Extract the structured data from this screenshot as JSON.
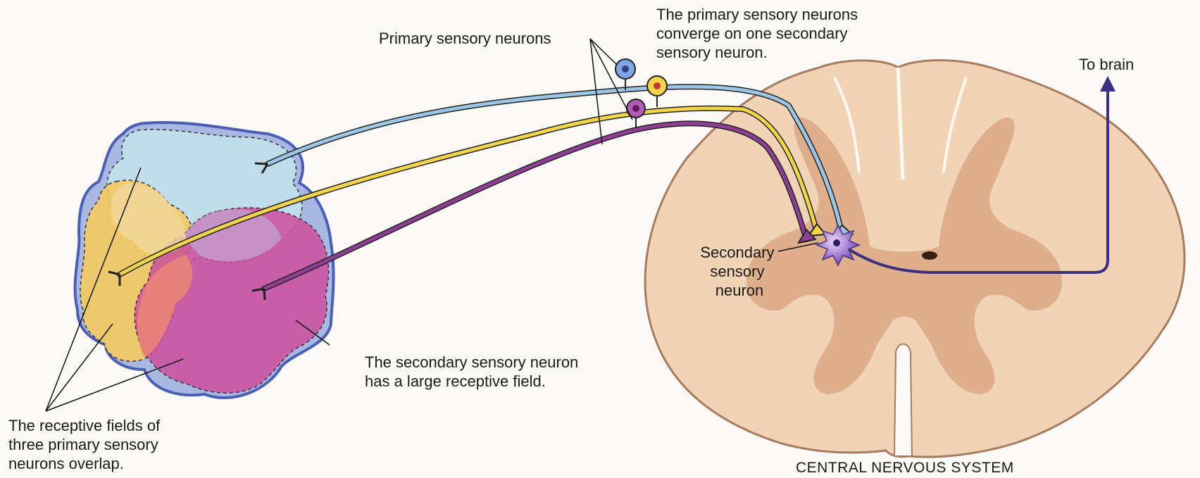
{
  "labels": {
    "primary_neurons": "Primary sensory neurons",
    "converge": [
      "The primary sensory neurons",
      "converge on one secondary",
      "sensory neuron."
    ],
    "to_brain": "To brain",
    "secondary_neuron": [
      "Secondary",
      "sensory",
      "neuron"
    ],
    "large_field": [
      "The secondary sensory neuron",
      "has a large receptive field."
    ],
    "overlap": [
      "The receptive fields of",
      "three primary sensory",
      "neurons overlap."
    ],
    "cns": "CENTRAL NERVOUS SYSTEM"
  },
  "colors": {
    "blue_neuron": "#9cc6e6",
    "yellow_neuron": "#f2d54a",
    "purple_neuron": "#8e3f94",
    "secondary_neuron": "#3d2f7f",
    "blue_field": "#bcdcec",
    "yellow_field": "#f5c95c",
    "magenta_field": "#c9509a",
    "white_matter": "#f0d2b4",
    "grey_matter": "#dfae8c",
    "cord_outline": "#a87a60"
  }
}
